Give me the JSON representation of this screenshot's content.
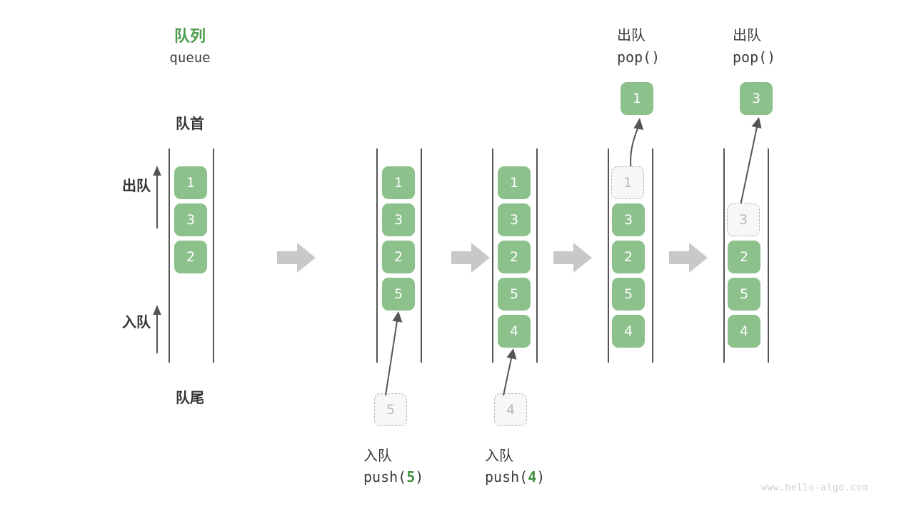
{
  "diagram": {
    "title_cn": "队列",
    "title_en": "queue",
    "front_label": "队首",
    "rear_label": "队尾",
    "dequeue_label": "出队",
    "enqueue_label": "入队",
    "watermark": "www.hello-algo.com",
    "colors": {
      "accent_green": "#8cc18c",
      "title_green": "#4a9b4a",
      "arg_green": "#3f8f3f",
      "rail": "#555555",
      "ghost_border": "#b4b4b4",
      "ghost_fill": "#f7f7f7",
      "block_arrow": "#c8c8c8",
      "text": "#3c3c3c",
      "watermark": "#cfcfcf"
    },
    "stages": [
      {
        "id": "initial",
        "cells": [
          "1",
          "3",
          "2"
        ],
        "ghost_index": null,
        "incoming": null,
        "popped": null,
        "caption_cn": null,
        "caption_code": null,
        "caption_arg": null
      },
      {
        "id": "push-5",
        "cells": [
          "1",
          "3",
          "2",
          "5"
        ],
        "ghost_index": null,
        "incoming": "5",
        "popped": null,
        "caption_cn": "入队",
        "caption_code_prefix": "push(",
        "caption_arg": "5",
        "caption_code_suffix": ")"
      },
      {
        "id": "push-4",
        "cells": [
          "1",
          "3",
          "2",
          "5",
          "4"
        ],
        "ghost_index": null,
        "incoming": "4",
        "popped": null,
        "caption_cn": "入队",
        "caption_code_prefix": "push(",
        "caption_arg": "4",
        "caption_code_suffix": ")"
      },
      {
        "id": "pop-1",
        "cells": [
          "1",
          "3",
          "2",
          "5",
          "4"
        ],
        "ghost_index": 0,
        "incoming": null,
        "popped": "1",
        "header_cn": "出队",
        "header_code": "pop()"
      },
      {
        "id": "pop-3",
        "cells": [
          "3",
          "2",
          "5",
          "4"
        ],
        "ghost_index": 0,
        "incoming": null,
        "popped": "3",
        "header_cn": "出队",
        "header_code": "pop()"
      }
    ],
    "side_arrows": [
      {
        "name": "dequeue",
        "label": "出队"
      },
      {
        "name": "enqueue",
        "label": "入队"
      }
    ]
  }
}
